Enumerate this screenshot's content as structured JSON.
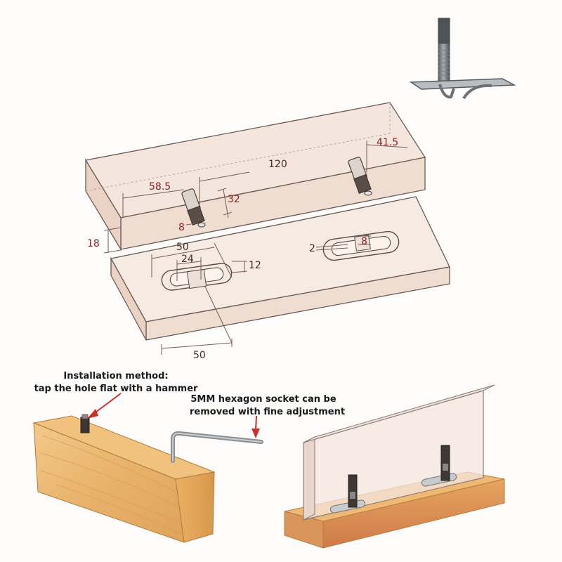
{
  "top_diagram": {
    "dimensions": {
      "d_58_5": "58.5",
      "d_120": "120",
      "d_41_5": "41.5",
      "d_32": "32",
      "d_8_upper": "8",
      "d_18": "18",
      "d_50_upper": "50",
      "d_24": "24",
      "d_12": "12",
      "d_2": "2",
      "d_8_slot": "8",
      "d_50_lower": "50"
    }
  },
  "annotations": {
    "installation": {
      "line1": "Installation method:",
      "line2": "tap the hole flat with a hammer"
    },
    "socket": {
      "line1": "5MM hexagon socket can be",
      "line2": "removed with fine adjustment"
    }
  },
  "colors": {
    "panel_fill": "#f3e4d9",
    "dimension_text": "#8b2020",
    "wood": "#e9b86b",
    "arrow": "#c8302a",
    "metal": "#6f7377"
  }
}
